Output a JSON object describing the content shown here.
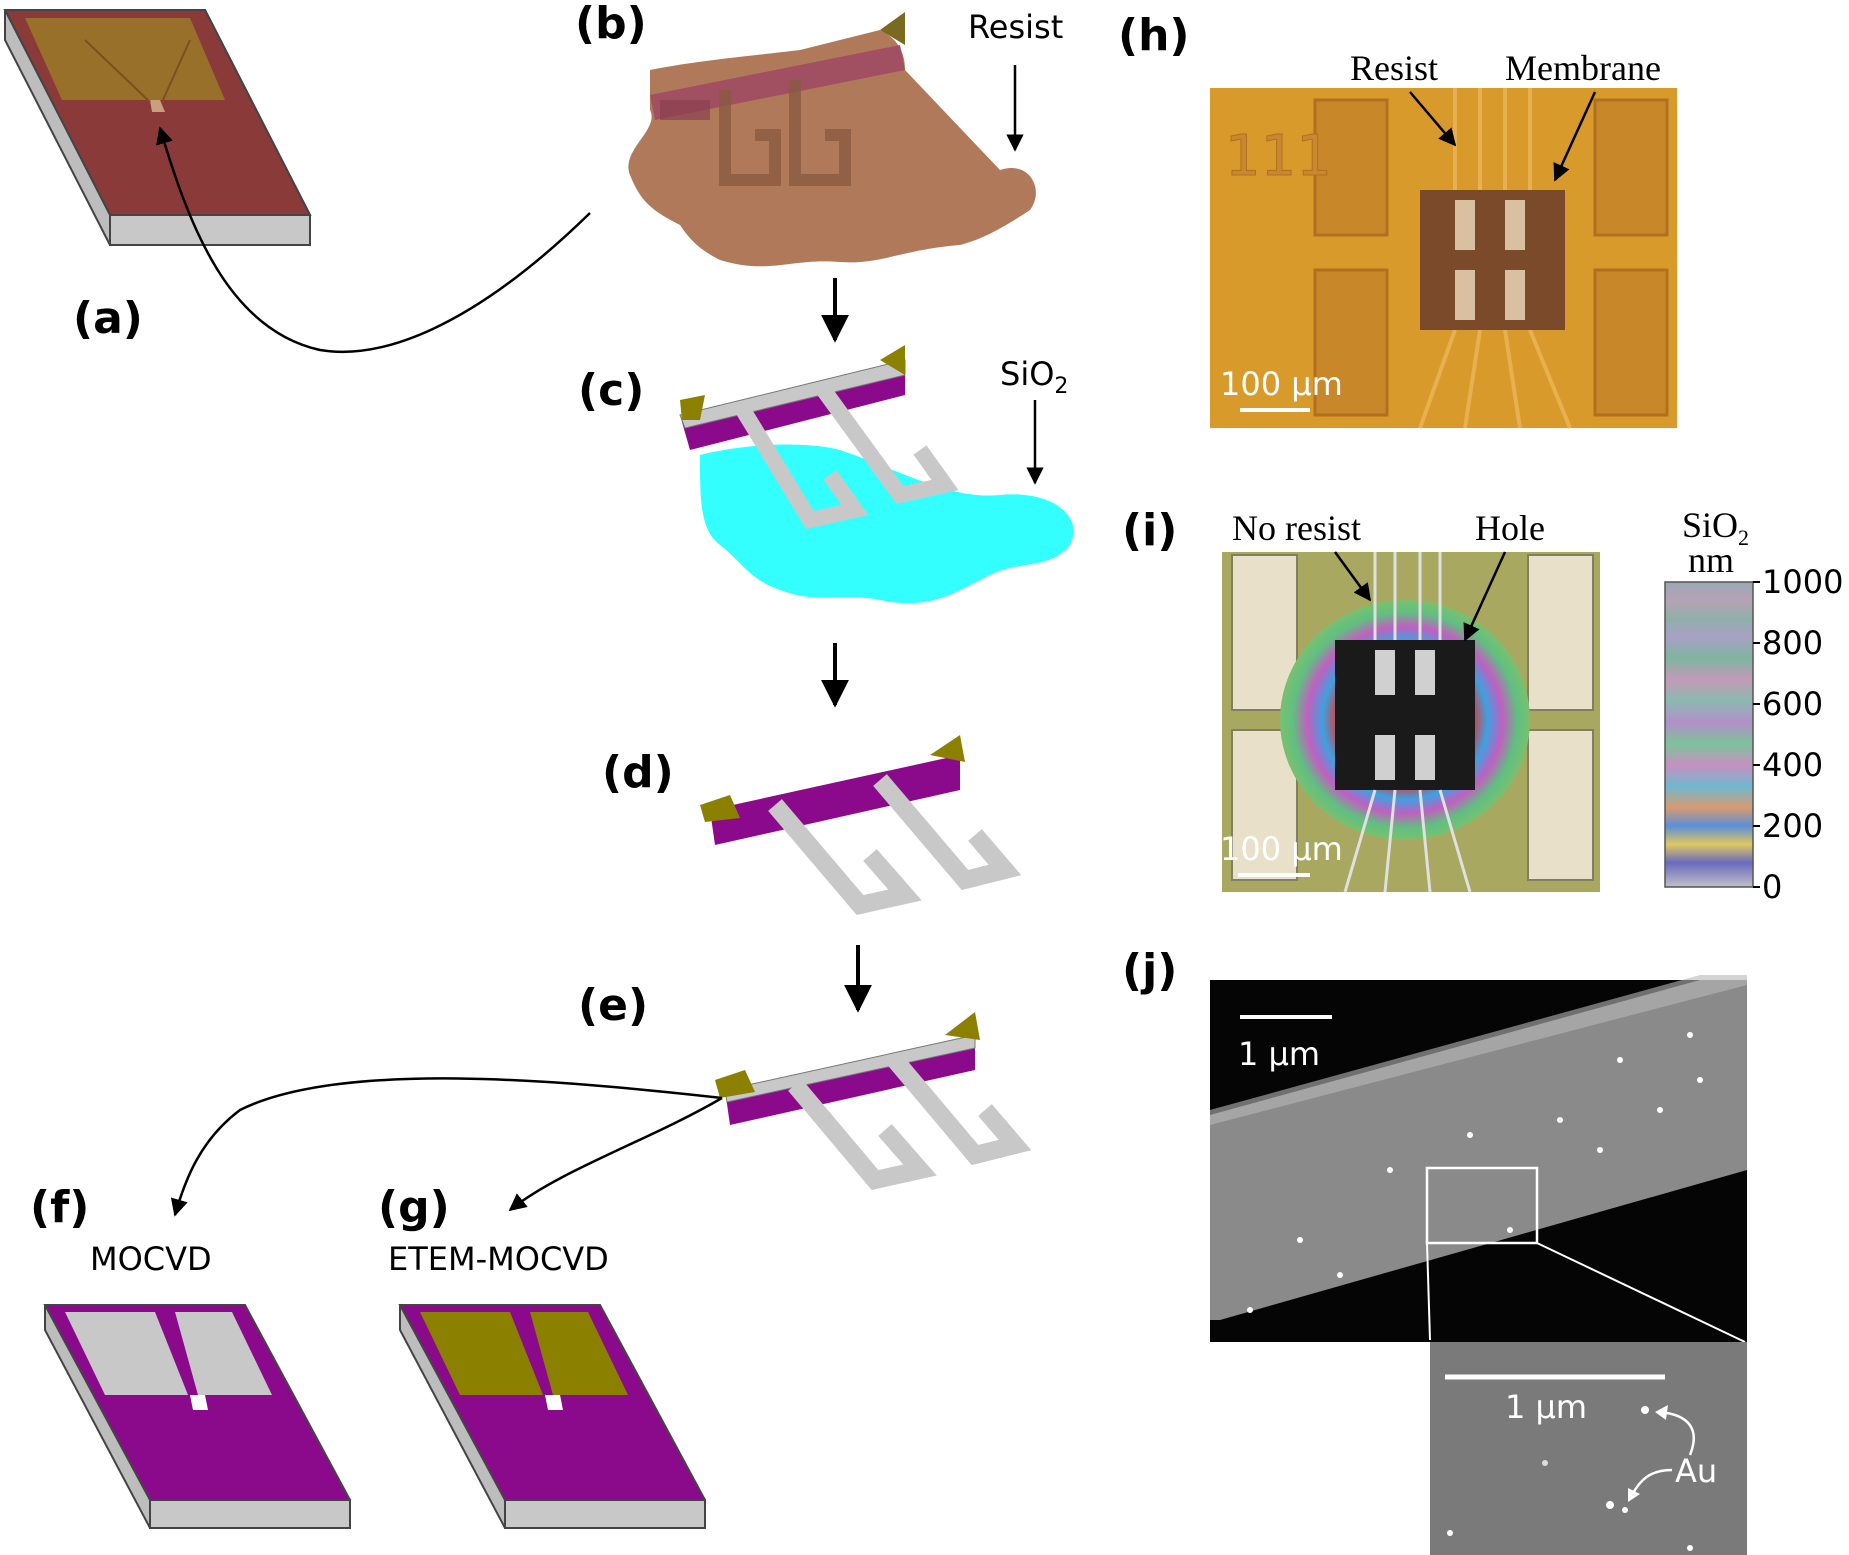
{
  "panels": {
    "a": "(a)",
    "b": "(b)",
    "c": "(c)",
    "d": "(d)",
    "e": "(e)",
    "f": "(f)",
    "g": "(g)",
    "h": "(h)",
    "i": "(i)",
    "j": "(j)"
  },
  "annotations": {
    "resist_b": "Resist",
    "sio2_c_main": "SiO",
    "sio2_c_sub": "2",
    "mocvd": "MOCVD",
    "etem_mocvd": "ETEM-MOCVD",
    "h_resist": "Resist",
    "h_membrane": "Membrane",
    "h_scale": "100 μm",
    "h_mark": "111",
    "i_no_resist": "No resist",
    "i_hole": "Hole",
    "i_scale": "100 μm",
    "j_scale": "1 μm",
    "j_inset_scale": "1 μm",
    "j_au": "Au"
  },
  "colorbar": {
    "title_main": "SiO",
    "title_sub": "2",
    "unit": "nm",
    "ticks": [
      "1000",
      "800",
      "600",
      "400",
      "200",
      "0"
    ]
  },
  "colors": {
    "resist_brown": "#a0785a",
    "substrate_red": "#8b3a3a",
    "sio2_cyan": "#33ffff",
    "purple": "#8b0a8b",
    "olive": "#8b8000",
    "gray": "#c8c8c8",
    "micrograph_orange": "#d89a2a"
  }
}
